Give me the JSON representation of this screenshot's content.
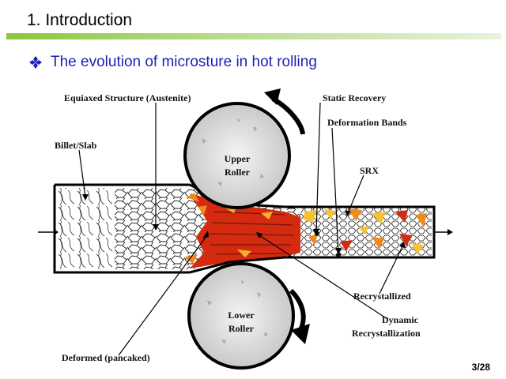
{
  "slide": {
    "title": "1. Introduction",
    "bullet": "The evolution of microsture in hot rolling",
    "page": "3/28"
  },
  "diagram": {
    "labels": {
      "equiaxed": "Equiaxed Structure (Austenite)",
      "static_recovery": "Static Recovery",
      "deformation_bands": "Deformation Bands",
      "billet": "Billet/Slab",
      "srx": "SRX",
      "upper_roller_1": "Upper",
      "upper_roller_2": "Roller",
      "lower_roller_1": "Lower",
      "lower_roller_2": "Roller",
      "recrystallized": "Recrystallized",
      "dynamic_1": "Dynamic",
      "dynamic_2": "Recrystallization",
      "deformed": "Deformed (pancaked)"
    },
    "colors": {
      "accent_bar": "#8cc63f",
      "bullet_text": "#1f1fb4",
      "deformed_red": "#d42a10",
      "hot_orange": "#f08a1a",
      "srx_yellow": "#f7c331"
    }
  }
}
